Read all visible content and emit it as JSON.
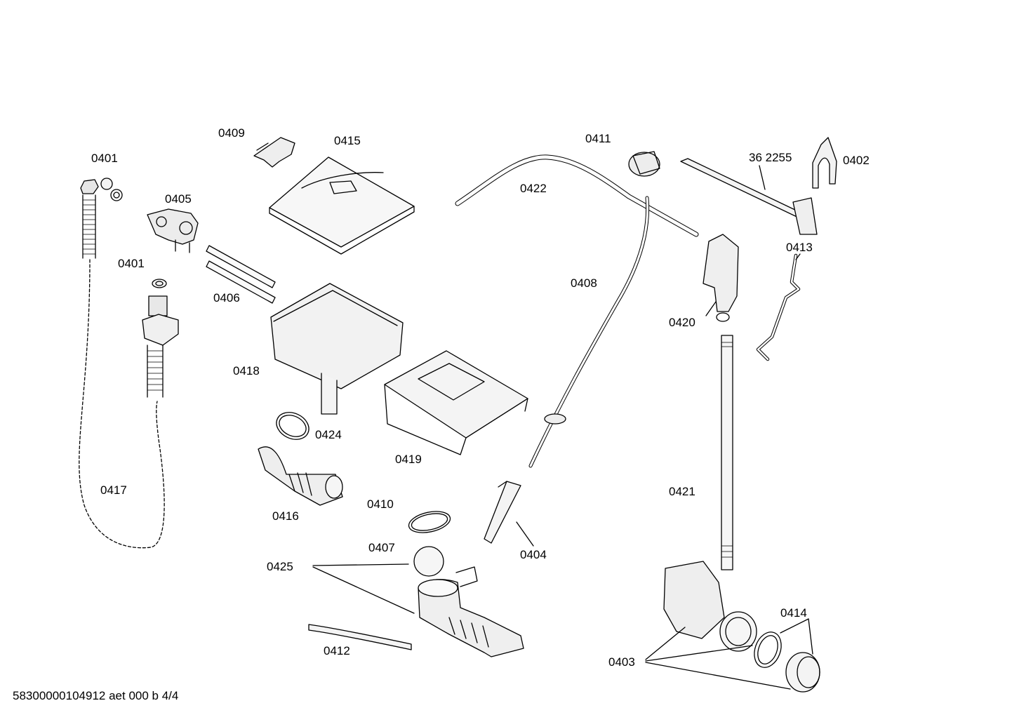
{
  "labels": {
    "p0401a": "0401",
    "p0401b": "0401",
    "p0402": "0402",
    "p0403": "0403",
    "p0404": "0404",
    "p0405": "0405",
    "p0406": "0406",
    "p0407": "0407",
    "p0408": "0408",
    "p0409": "0409",
    "p0410": "0410",
    "p0411": "0411",
    "p0412": "0412",
    "p0413": "0413",
    "p0414": "0414",
    "p0415": "0415",
    "p0416": "0416",
    "p0417": "0417",
    "p0418": "0418",
    "p0419": "0419",
    "p0420": "0420",
    "p0421": "0421",
    "p0422": "0422",
    "p0424": "0424",
    "p0425": "0425",
    "p362255": "36 2255"
  },
  "footer": "58300000104912 aet 000 b 4/4"
}
